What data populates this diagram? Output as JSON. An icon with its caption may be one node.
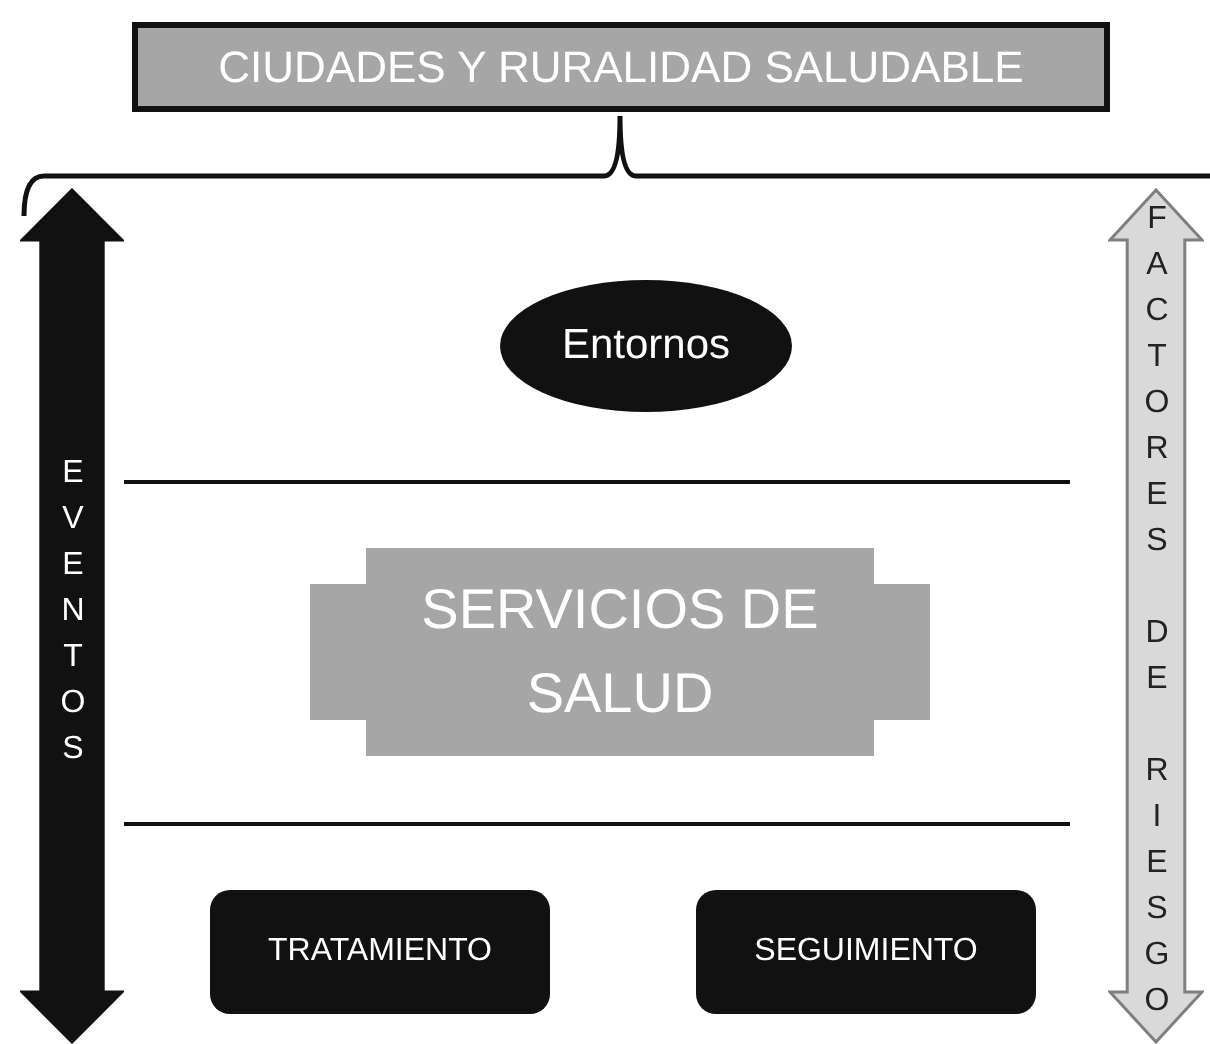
{
  "diagram": {
    "nodes": [
      {
        "text": [
          "CIUDADES Y RURALIDAD SALUDABLE"
        ]
      },
      {
        "text": [
          "EVENTOS"
        ]
      },
      {
        "text": [
          "Entornos"
        ]
      },
      {
        "text": [
          "SERVICIOS DE SALUD"
        ]
      },
      {
        "text": [
          "TRATAMIENTO"
        ]
      },
      {
        "text": [
          "SEGUIMIENTO"
        ]
      },
      {
        "text": [
          "FACTORES DE RIESGO"
        ]
      }
    ]
  }
}
